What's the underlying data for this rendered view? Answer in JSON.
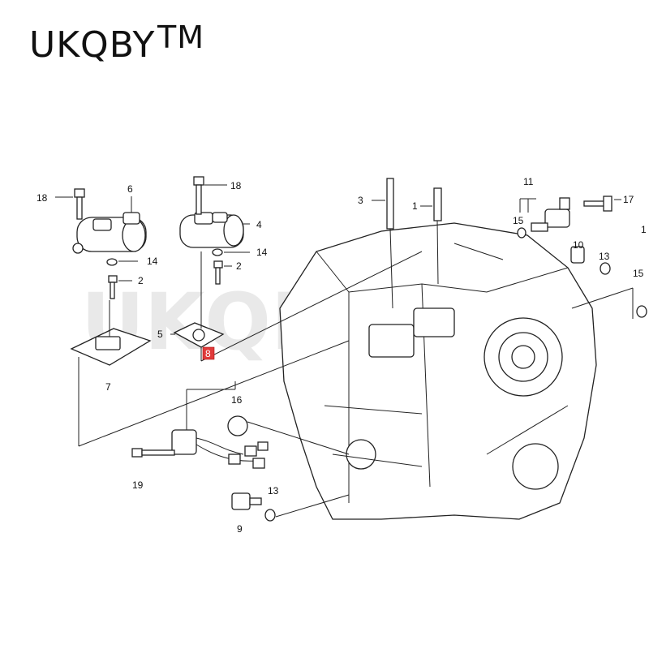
{
  "brand": {
    "name": "UKQBY",
    "tm": "TM"
  },
  "watermark": "UKQBY TM",
  "callouts": [
    {
      "id": "18a",
      "text": "18"
    },
    {
      "id": "6",
      "text": "6"
    },
    {
      "id": "18b",
      "text": "18"
    },
    {
      "id": "4",
      "text": "4"
    },
    {
      "id": "14a",
      "text": "14"
    },
    {
      "id": "2a",
      "text": "2"
    },
    {
      "id": "14b",
      "text": "14"
    },
    {
      "id": "2b",
      "text": "2"
    },
    {
      "id": "5",
      "text": "5"
    },
    {
      "id": "7",
      "text": "7"
    },
    {
      "id": "8",
      "text": "8",
      "highlight": true
    },
    {
      "id": "16",
      "text": "16"
    },
    {
      "id": "19",
      "text": "19"
    },
    {
      "id": "13a",
      "text": "13"
    },
    {
      "id": "9",
      "text": "9"
    },
    {
      "id": "3",
      "text": "3"
    },
    {
      "id": "1",
      "text": "1"
    },
    {
      "id": "11",
      "text": "11"
    },
    {
      "id": "17",
      "text": "17"
    },
    {
      "id": "15a",
      "text": "15"
    },
    {
      "id": "10",
      "text": "10"
    },
    {
      "id": "13b",
      "text": "13"
    },
    {
      "id": "15b",
      "text": "15"
    },
    {
      "id": "1b",
      "text": "1"
    }
  ]
}
